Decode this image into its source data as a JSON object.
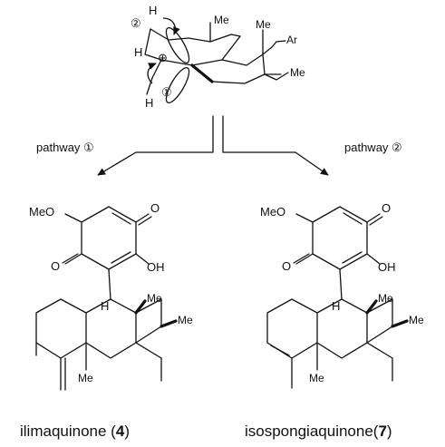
{
  "top": {
    "labels": {
      "circ2": "②",
      "H_a": "H",
      "H_b": "H",
      "plus": "⊕",
      "H_c": "H",
      "circ1": "①",
      "Me1": "Me",
      "Me2": "Me",
      "Ar": "Ar",
      "Me3": "Me"
    }
  },
  "pathways": {
    "left": "pathway ①",
    "right": "pathway ②"
  },
  "compounds": [
    {
      "atoms": {
        "MeO": "MeO",
        "O_top": "O",
        "O_left": "O",
        "OH": "OH",
        "H": "H",
        "Me_a": "Me",
        "Me_b": "Me",
        "Me_c": "Me"
      },
      "name_prefix": "ilimaquinone (",
      "number": "4",
      "name_suffix": ")"
    },
    {
      "atoms": {
        "MeO": "MeO",
        "O_top": "O",
        "O_left": "O",
        "OH": "OH",
        "H": "H",
        "Me_a": "Me",
        "Me_b": "Me",
        "Me_c": "Me"
      },
      "name_prefix": "isospongiaquinone(",
      "number": "7",
      "name_suffix": ")"
    }
  ]
}
